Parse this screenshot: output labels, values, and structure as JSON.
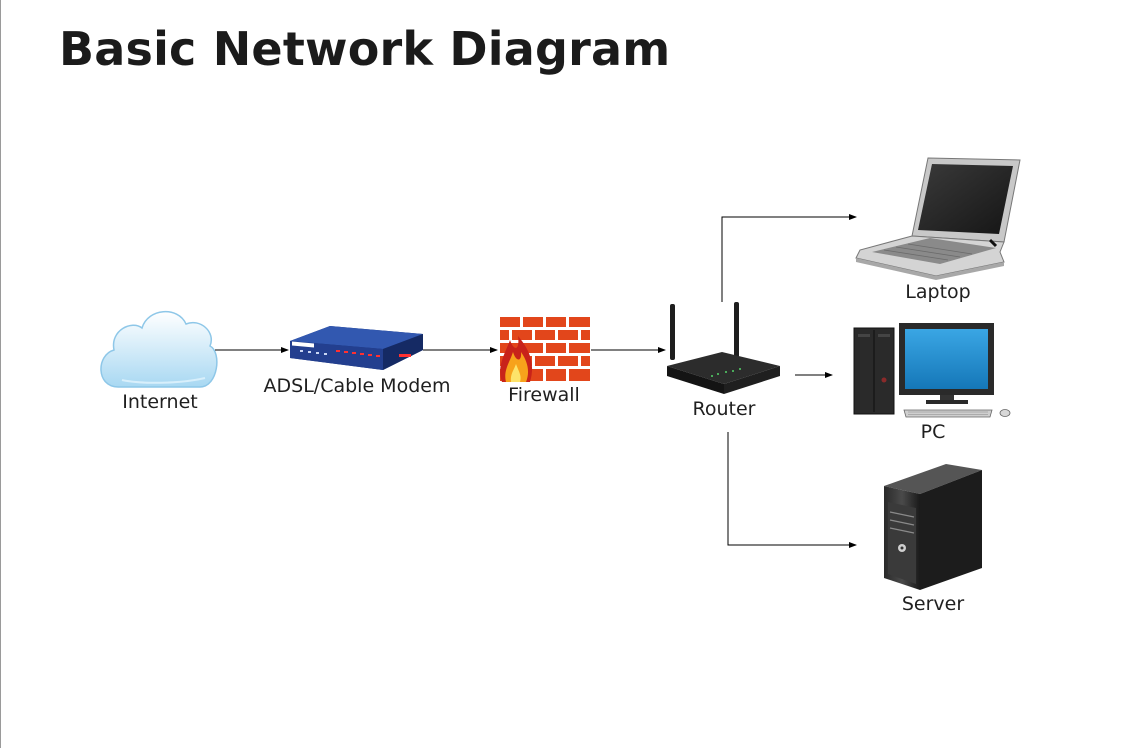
{
  "title": "Basic Network Diagram",
  "nodes": {
    "internet": "Internet",
    "modem": "ADSL/Cable Modem",
    "firewall": "Firewall",
    "router": "Router",
    "laptop": "Laptop",
    "pc": "PC",
    "server": "Server"
  },
  "icons": {
    "internet": "cloud-icon",
    "modem": "modem-icon",
    "firewall": "firewall-icon",
    "router": "router-icon",
    "laptop": "laptop-icon",
    "pc": "desktop-pc-icon",
    "server": "server-tower-icon"
  },
  "colors": {
    "cloud": "#bfe3f7",
    "modem": "#1f3f8f",
    "brick": "#e2461b",
    "flame": "#f7a21b",
    "monitor_screen": "#1d8fd1",
    "connector": "#000000"
  }
}
